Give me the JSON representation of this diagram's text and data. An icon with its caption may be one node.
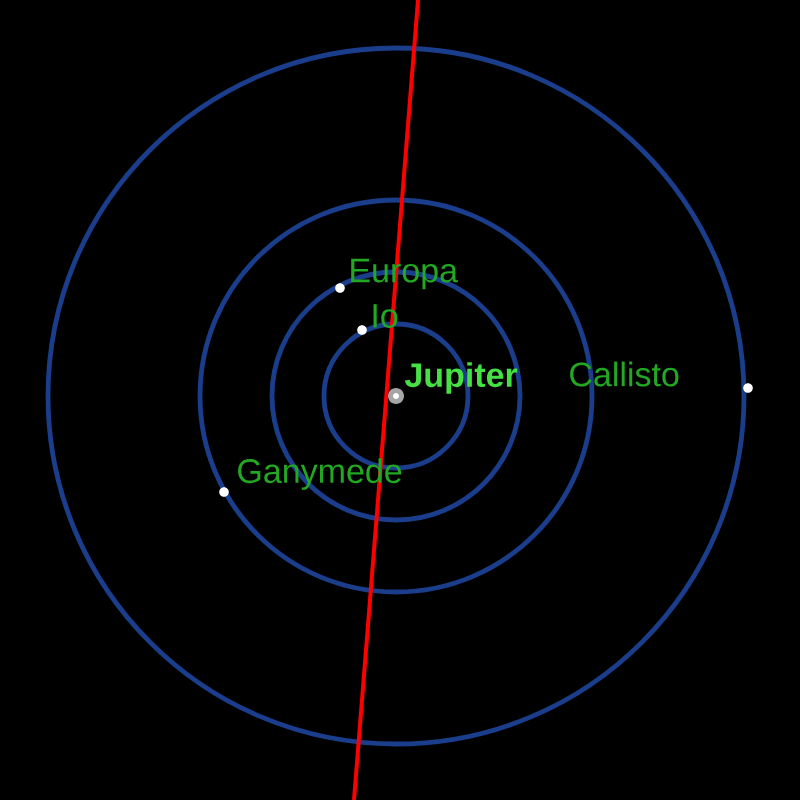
{
  "diagram": {
    "labels": [
      "Europa",
      "Io",
      "Jupiter",
      "Callisto",
      "Ganymede"
    ]
  }
}
